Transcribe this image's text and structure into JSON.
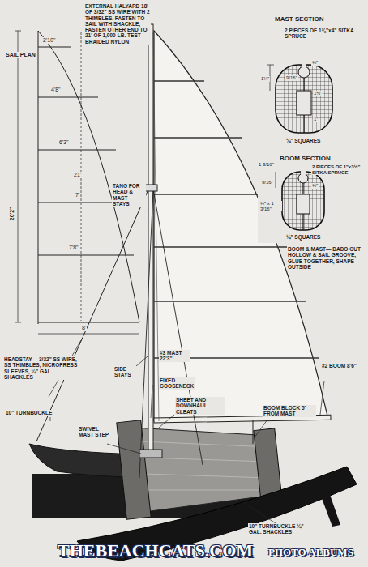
{
  "diagram": {
    "labels": [
      "SAIL PLAN",
      "2'10\"",
      "4'8\"",
      "21'",
      "6'3\"",
      "7'",
      "7'8\"",
      "20'2\"",
      "8'",
      "EXTERNAL HALYARD 18' OF 3/32\" SS WIRE WITH 2 THIMBLES. FASTEN TO SAIL WITH SHACKLE, FASTEN OTHER END TO 21' OF 1,000-LB. TEST BRAIDED NYLON",
      "TANG FOR HEAD & MAST STAYS",
      "MAST SECTION",
      "2 PIECES OF 1⅜\"x4\" SITKA SPRUCE",
      "9/16\"",
      "⅜\"",
      "1¼\"",
      "1½\"",
      "1\"",
      "¼\" SQUARES",
      "BOOM SECTION",
      "2 PIECES OF 1\"x3½\" SITKA SPRUCE",
      "1 3/16\"",
      "9/16\"",
      "⅜\"",
      "¾\" x 1 3/16\"",
      "¼\" SQUARES",
      "BOOM & MAST— DADO OUT HOLLOW & SAIL GROOVE, GLUE TOGETHER, SHAPE OUTSIDE",
      "SIDE STAYS",
      "#3 MAST 22'3\"",
      "#2 BOOM 8'6\"",
      "HEADSTAY— 3/32\" SS WIRE, SS THIMBLES, NICROPRESS SLEEVES, ¼\" GAL. SHACKLES",
      "FIXED GOOSENECK",
      "10\" TURNBUCKLE",
      "SHEET AND DOWNHAUL CLEATS",
      "SWIVEL MAST STEP",
      "BOOM BLOCK 5' FROM MAST",
      "10\" TURNBUCKLE ¼\" GAL. SHACKLES",
      "THEBEACHCATS.COM",
      "PHOTO ALBUMS"
    ]
  }
}
